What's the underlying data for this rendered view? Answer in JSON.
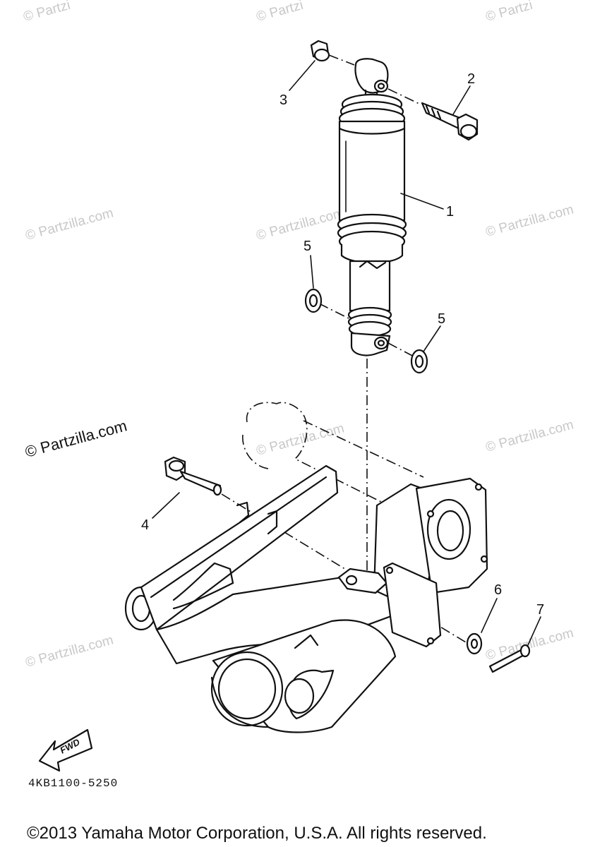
{
  "callouts": {
    "c1": "1",
    "c2": "2",
    "c3": "3",
    "c4": "4",
    "c5a": "5",
    "c5b": "5",
    "c6": "6",
    "c7": "7"
  },
  "watermark": {
    "text": "© Partzilla.com",
    "text_short": "© Partzi",
    "text_prominent": "© Partzilla.com"
  },
  "fwd_label": "FWD",
  "diagram_code": "4KB1100-5250",
  "copyright": "©2013 Yamaha Motor Corporation, U.S.A. All rights reserved."
}
